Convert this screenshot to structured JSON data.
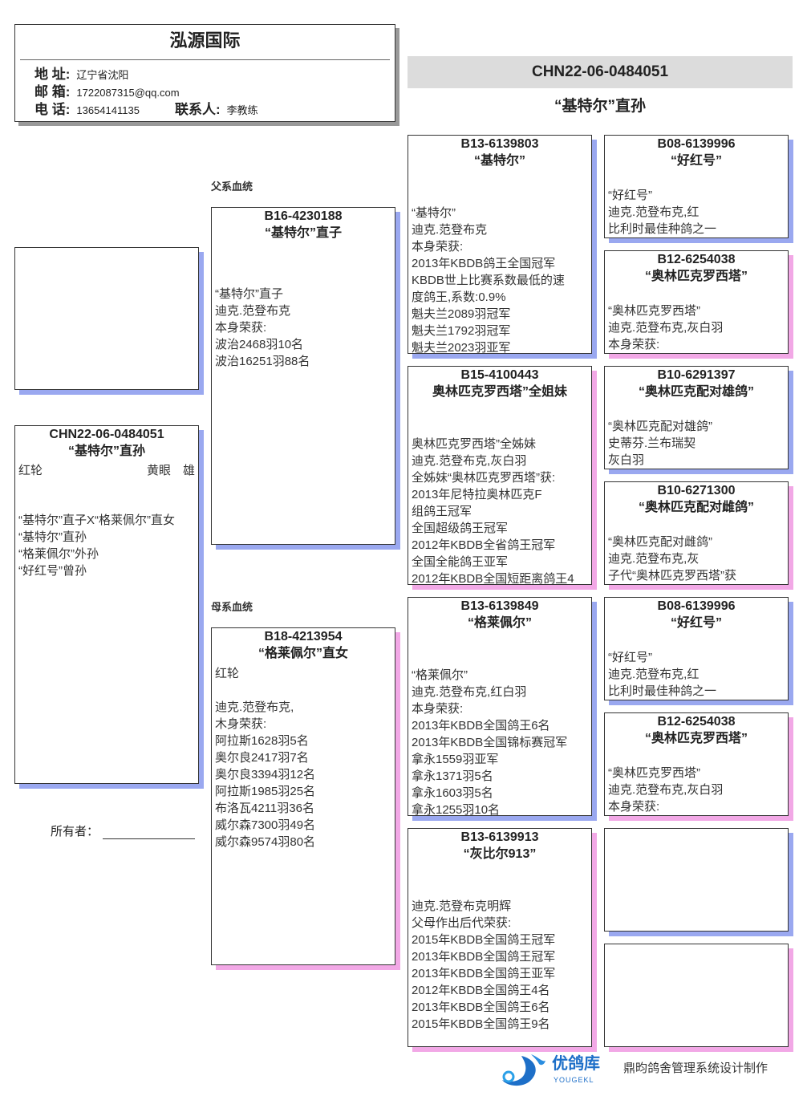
{
  "header": {
    "title": "泓源国际",
    "address_label": "地 址:",
    "address": "辽宁省沈阳",
    "email_label": "邮 箱:",
    "email": "1722087315@qq.com",
    "phone_label": "电 话:",
    "phone": "13654141135",
    "contact_label": "联系人:",
    "contact": "李教练"
  },
  "bird": {
    "ring": "CHN22-06-0484051",
    "name": "“基特尔”直孙"
  },
  "labels": {
    "sire_line": "父系血统",
    "dam_line": "母系血统",
    "owner": "所有者："
  },
  "main": {
    "ring": "CHN22-06-0484051",
    "name": "“基特尔”直孙",
    "eye_ring": "红轮",
    "eye_sex": "黄眼　雄",
    "lines": [
      "“基特尔”直子X“格莱佩尔”直女",
      "“基特尔”直孙",
      "“格莱佩尔”外孙",
      "“好红号”曾孙"
    ]
  },
  "pedigree": {
    "sire": {
      "ring": "B16-4230188",
      "name": "“基特尔”直子",
      "lines": [
        "“基特尔”直子",
        "迪克.范登布克",
        "本身荣获:",
        "波治2468羽10名",
        "波治16251羽88名"
      ]
    },
    "dam": {
      "ring": "B18-4213954",
      "name": "“格莱佩尔”直女",
      "lines": [
        "红轮",
        "",
        "迪克.范登布克,",
        "木身荣获:",
        "阿拉斯1628羽5名",
        "奥尔良2417羽7名",
        "奥尔良3394羽12名",
        "阿拉斯1985羽25名",
        "布洛瓦4211羽36名",
        "威尔森7300羽49名",
        "威尔森9574羽80名"
      ]
    },
    "ss": {
      "ring": "B13-6139803",
      "name": "“基特尔”",
      "lines": [
        "“基特尔”",
        "迪克.范登布克",
        "本身荣获:",
        "2013年KBDB鸽王全国冠军",
        "KBDB世上比赛系数最低的速",
        "度鸽王,系数:0.9%",
        "魁夫兰2089羽冠军",
        "魁夫兰1792羽冠军",
        "魁夫兰2023羽亚军"
      ]
    },
    "sd": {
      "ring": "B15-4100443",
      "name": "奥林匹克罗西塔”全姐妹",
      "lines": [
        "奥林匹克罗西塔”全姊妹",
        "迪克.范登布克,灰白羽",
        "全姊妹“奥林匹克罗西塔”获:",
        "2013年尼特拉奥林匹克F",
        "组鸽王冠军",
        "全国超级鸽王冠军",
        "2012年KBDB全省鸽王冠军",
        "全国全能鸽王亚军",
        "2012年KBDB全国短距离鸽王4"
      ]
    },
    "ds": {
      "ring": "B13-6139849",
      "name": "“格莱佩尔”",
      "lines": [
        "“格莱佩尔”",
        "迪克.范登布克,红白羽",
        "本身荣获:",
        "2013年KBDB全国鸽王6名",
        "2013年KBDB全国锦标赛冠军",
        "拿永1559羽亚军",
        "拿永1371羽5名",
        "拿永1603羽5名",
        "拿永1255羽10名"
      ]
    },
    "dd": {
      "ring": "B13-6139913",
      "name": "“灰比尔913”",
      "lines": [
        "迪克.范登布克明辉",
        "父母作出后代荣获:",
        "2015年KBDB全国鸽王冠军",
        "2013年KBDB全国鸽王冠军",
        "2013年KBDB全国鸽王亚军",
        "2012年KBDB全国鸽王4名",
        "2013年KBDB全国鸽王6名",
        "2015年KBDB全国鸽王9名"
      ]
    },
    "sss": {
      "ring": "B08-6139996",
      "name": "“好红号”",
      "lines": [
        "“好红号”",
        "迪克.范登布克,红",
        "比利时最佳种鸽之一"
      ]
    },
    "ssd": {
      "ring": "B12-6254038",
      "name": "“奥林匹克罗西塔”",
      "lines": [
        "“奥林匹克罗西塔”",
        "迪克.范登布克,灰白羽",
        "本身荣获:"
      ]
    },
    "sds": {
      "ring": "B10-6291397",
      "name": "“奥林匹克配对雄鸽”",
      "lines": [
        "“奥林匹克配对雄鸽”",
        "史蒂芬.兰布瑞契",
        "灰白羽"
      ]
    },
    "sdd": {
      "ring": "B10-6271300",
      "name": "“奥林匹克配对雌鸽”",
      "lines": [
        "“奥林匹克配对雌鸽”",
        "迪克.范登布克,灰",
        "子代“奥林匹克罗西塔”获"
      ]
    },
    "dss": {
      "ring": "B08-6139996",
      "name": "“好红号”",
      "lines": [
        "“好红号”",
        "迪克.范登布克,红",
        "比利时最佳种鸽之一"
      ]
    },
    "dsd": {
      "ring": "B12-6254038",
      "name": "“奥林匹克罗西塔”",
      "lines": [
        "“奥林匹克罗西塔”",
        "迪克.范登布克,灰白羽",
        "本身荣获:"
      ]
    },
    "dds": {
      "ring": "",
      "name": "",
      "lines": []
    },
    "ddd": {
      "ring": "",
      "name": "",
      "lines": []
    }
  },
  "footer": {
    "brand": "优鸽库",
    "brand_en": "YOUGEKL",
    "credit": "鼎昀鸽舍管理系统设计制作"
  },
  "colors": {
    "male_shadow": "#9aa8f0",
    "female_shadow": "#f2a8e6",
    "title_bar": "#dcdcdc"
  }
}
